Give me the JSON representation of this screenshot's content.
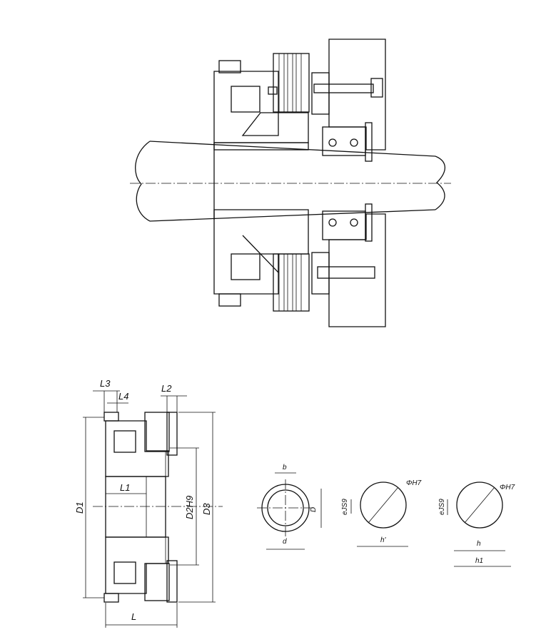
{
  "labels": {
    "L3": "L3",
    "L4": "L4",
    "L2": "L2",
    "L1": "L1",
    "D1": "D1",
    "D2H9": "D2H9",
    "D3": "D3",
    "L": "L",
    "b": "b",
    "D": "D",
    "d": "d",
    "eJS9_1": "eJS9",
    "PhiH7_1": "ΦH7",
    "h_prime": "h'",
    "eJS9_2": "eJS9",
    "PhiH7_2": "ΦH7",
    "h": "h",
    "h1": "h1"
  }
}
